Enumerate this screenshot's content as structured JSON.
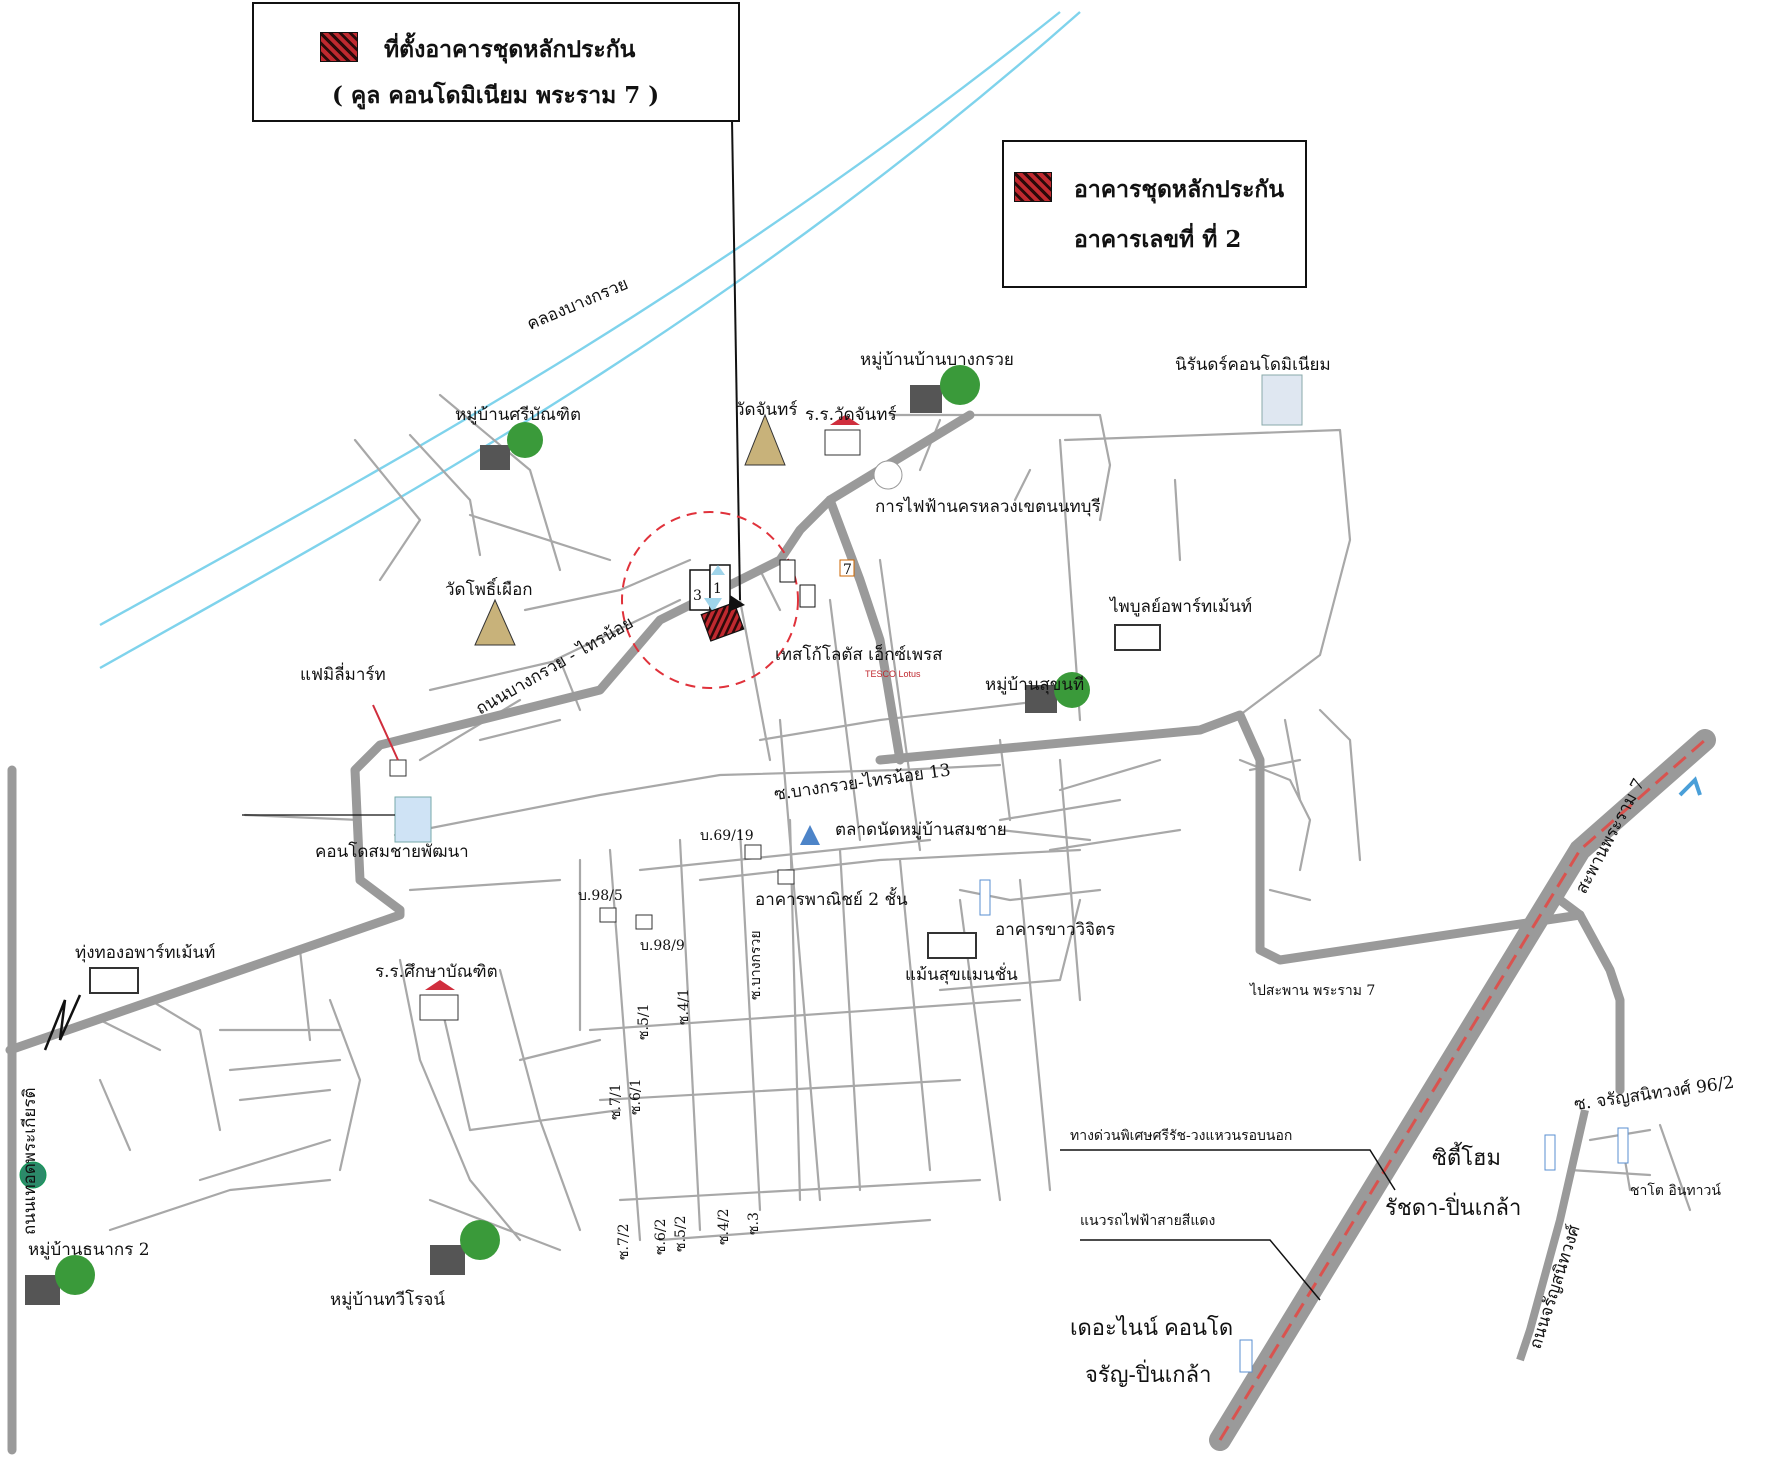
{
  "legend_top": {
    "title": "ที่ตั้งอาคารชุดหลักประกัน",
    "subtitle": "( คูล คอนโดมิเนียม พระราม 7 )"
  },
  "legend_right": {
    "line1": "อาคารชุดหลักประกัน",
    "line2": "อาคารเลขที่ ที่ 2"
  },
  "colors": {
    "collateral": "#c0292f",
    "canal": "#7fd3ec",
    "road": "#9a9a9a",
    "red_line_rail": "#d9534f",
    "tree": "#3a9a3a"
  },
  "site_marker": {
    "label_left": "3",
    "label_right": "1"
  },
  "labels": {
    "canal": "คลองบางกรวย",
    "main_road": "ถนนบางกรวย - ไทรน้อย",
    "village_sri_bandit": "หมู่บ้านศรีบัณฑิต",
    "village_bang_kruai": "หมู่บ้านบ้านบางกรวย",
    "wat_chan_icon": "วัดจันทร์",
    "school_wat_chan": "ร.ร.วัดจันทร์",
    "pea": "การไฟฟ้านครหลวงเขตนนทบุรี",
    "nirun_condo": "นิรันดร์คอนโดมิเนียม",
    "wat_pho_phueak": "วัดโพธิ์เผือก",
    "family_mart": "แฟมิลี่มาร์ท",
    "tesco": "เทสโก้โลตัส เอ็กซ์เพรส",
    "tesco_logo": "TESCO Lotus",
    "phaiboon_apt": "ไพบูลย์อพาร์ทเม้นท์",
    "village_sukhonthi": "หมู่บ้านสุขนที",
    "soi_13": "ซ.บางกรวย-ไทรน้อย 13",
    "b_69_19": "บ.69/19",
    "market": "ตลาดนัดหมู่บ้านสมชาย",
    "somchai_condo": "คอนโดสมชายพัฒนา",
    "b_98_5": "บ.98/5",
    "b_98_9": "บ.98/9",
    "commercial": "อาคารพาณิชย์ 2 ชั้น",
    "khao_wichit": "อาคารขาววิจิตร",
    "suk_mansion": "แม้นสุขแมนชั่น",
    "thung_thong_apt": "ทุ่งทองอพาร์ทเม้นท์",
    "suksa_bandit": "ร.ร.ศึกษาบัณฑิต",
    "to_rama7_bridge": "ไปสะพาน พระราม 7",
    "rama7_bridge": "สะพานพระราม 7",
    "soi_jaran_96_2": "ซ. จรัญสนิทวงศ์ 96/2",
    "expressway": "ทางด่วนพิเศษศรีรัช-วงแหวนรอบนอก",
    "city_home": "ซิตี้โฮม",
    "city_home_2": "รัชดา-ปิ่นเกล้า",
    "red_line": "แนวรถไฟฟ้าสายสีแดง",
    "jaran_road": "ถนนจรัญสนิทวงศ์",
    "chateau": "ชาโต อินทาวน์",
    "the_nine_1": "เดอะไนน์ คอนโด",
    "the_nine_2": "จรัญ-ปิ่นเกล้า",
    "village_thawiroj": "หมู่บ้านทวีโรจน์",
    "village_thanakorn": "หมู่บ้านธนากร 2",
    "phra_thep_road": "ถนนเทอดพระเกียรติ",
    "soi_bang_kruai": "ซ.บางกรวย",
    "soi_5_1": "ซ.5/1",
    "soi_4_1": "ซ.4/1",
    "soi_7_1": "ซ.7/1",
    "soi_6_1": "ซ.6/1",
    "soi_7_2": "ซ.7/2",
    "soi_6_2": "ซ.6/2",
    "soi_5_2": "ซ.5/2",
    "soi_4_2": "ซ.4/2",
    "soi_3": "ซ.3",
    "seven_eleven": "7"
  }
}
